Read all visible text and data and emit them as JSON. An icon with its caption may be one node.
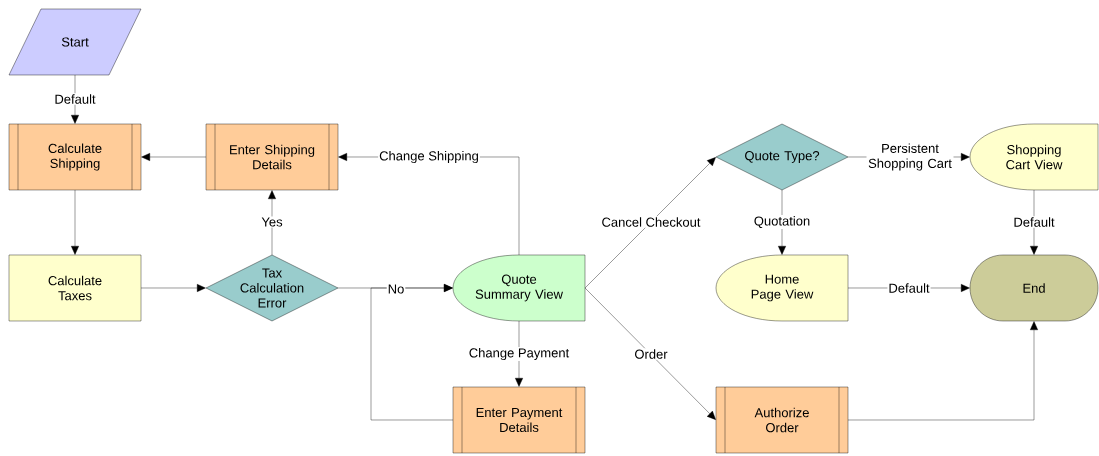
{
  "diagram": {
    "nodes": [
      {
        "text": [
          "Start"
        ]
      },
      {
        "text": [
          "Calculate Shipping"
        ]
      },
      {
        "text": [
          "Enter Shipping Details"
        ]
      },
      {
        "text": [
          "Calculate Taxes"
        ]
      },
      {
        "text": [
          "Tax Calculation Error"
        ]
      },
      {
        "text": [
          "Quote Summary View"
        ]
      },
      {
        "text": [
          "Enter Payment Details"
        ]
      },
      {
        "text": [
          "Quote Type?"
        ]
      },
      {
        "text": [
          "Shopping Cart View"
        ]
      },
      {
        "text": [
          "Home Page View"
        ]
      },
      {
        "text": [
          "End"
        ]
      },
      {
        "text": [
          "Authorize Order"
        ]
      }
    ],
    "edges": [
      {
        "from": 0,
        "to": 1,
        "arrow": "to",
        "label": "Default"
      },
      {
        "from": 1,
        "to": 3,
        "arrow": "to"
      },
      {
        "from": 2,
        "to": 1,
        "arrow": "to"
      },
      {
        "from": 3,
        "to": 4,
        "arrow": "to"
      },
      {
        "from": 4,
        "to": 2,
        "arrow": "to",
        "label": "Yes"
      },
      {
        "from": 4,
        "to": 5,
        "arrow": "to",
        "label": "No"
      },
      {
        "from": 6,
        "to": 5,
        "arrow": "to"
      },
      {
        "from": 5,
        "to": 2,
        "arrow": "to",
        "label": "Change Shipping"
      },
      {
        "from": 5,
        "to": 6,
        "arrow": "to",
        "label": "Change Payment"
      },
      {
        "from": 5,
        "to": 7,
        "arrow": "to",
        "label": "Cancel Checkout"
      },
      {
        "from": 5,
        "to": 11,
        "arrow": "to",
        "label": "Order"
      },
      {
        "from": 7,
        "to": 8,
        "arrow": "to",
        "label": "Persistent Shopping Cart"
      },
      {
        "from": 7,
        "to": 9,
        "arrow": "to",
        "label": "Quotation"
      },
      {
        "from": 8,
        "to": 10,
        "arrow": "to",
        "label": "Default"
      },
      {
        "from": 9,
        "to": 10,
        "arrow": "to",
        "label": "Default"
      },
      {
        "from": 11,
        "to": 10,
        "arrow": "to"
      }
    ]
  }
}
